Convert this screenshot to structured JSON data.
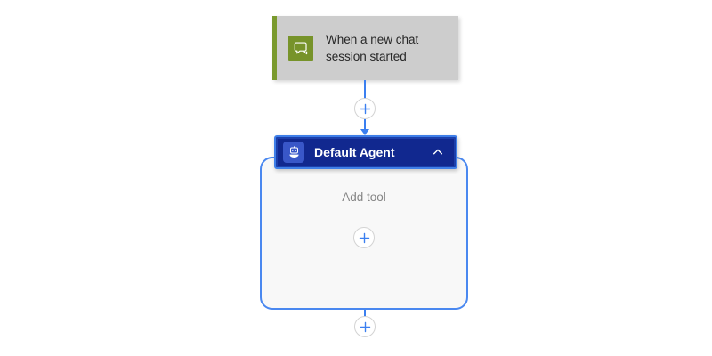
{
  "canvas": {
    "background_color": "#ffffff"
  },
  "trigger_node": {
    "label": "When a new chat session started",
    "icon": "chat-bubble-icon",
    "accent_color": "#7a9a2e",
    "icon_background": "#77932a",
    "card_background": "#cdcdcd",
    "text_color": "#262626"
  },
  "connector_top": {
    "add_step_label": "+",
    "color": "#3b7ff0"
  },
  "agent_node": {
    "title": "Default Agent",
    "icon": "robot-icon",
    "collapse_icon": "chevron-up-icon",
    "header_background": "#11288f",
    "selection_border": "#3f7fe8",
    "icon_background": "#3957c8",
    "title_color": "#ffffff",
    "container_border": "#4a88f0",
    "container_background": "#f8f8f8",
    "empty_label": "Add tool",
    "empty_label_color": "#858585",
    "add_tool_label": "+"
  },
  "connector_bottom": {
    "add_step_label": "+",
    "color": "#3b7ff0"
  }
}
